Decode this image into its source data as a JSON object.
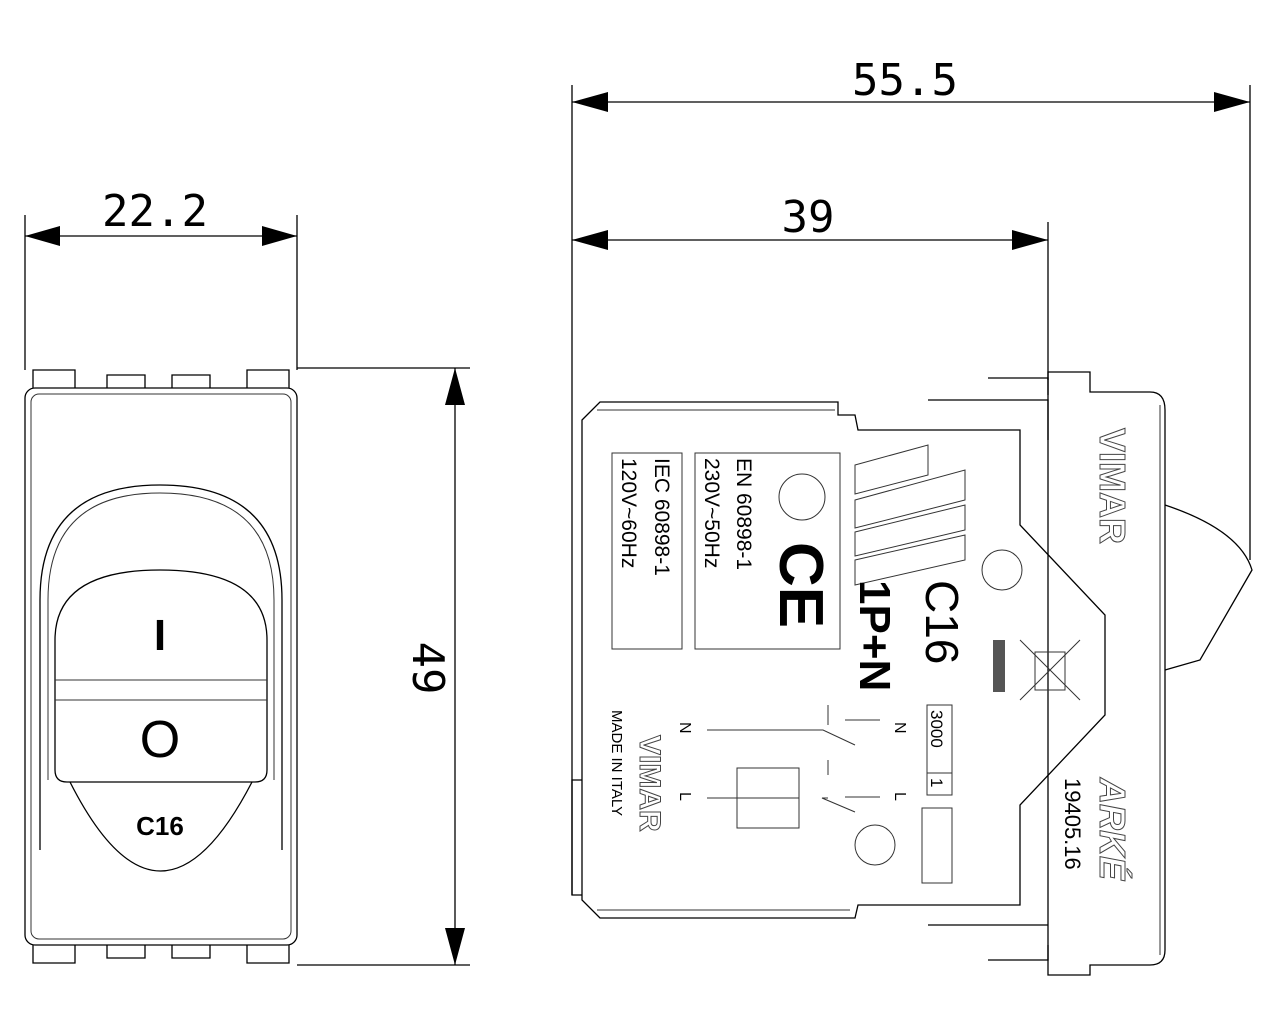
{
  "dimensions": {
    "width_front": "22.2",
    "height": "49",
    "total_depth": "55.5",
    "body_depth": "39"
  },
  "front_view": {
    "on_symbol": "I",
    "off_symbol": "O",
    "rating": "C16"
  },
  "side_view": {
    "standard_iec": "IEC 60898-1",
    "voltage_120": "120V~60Hz",
    "standard_en": "EN 60898-1",
    "voltage_230": "230V~50Hz",
    "ce_mark": "CE",
    "rating": "C16",
    "poles": "1P+N",
    "breaking_capacity": "3000",
    "energy_class": "1",
    "neutral_label": "N",
    "line_label": "L",
    "brand": "VIMAR",
    "made_in": "MADE IN ITALY",
    "series": "ARKÉ",
    "code": "19405.16"
  }
}
